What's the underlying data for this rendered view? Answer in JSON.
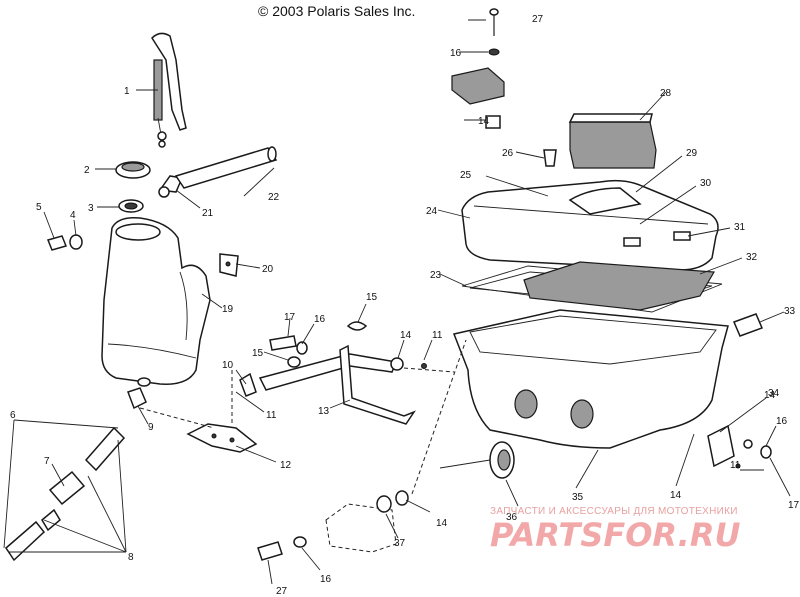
{
  "header": {
    "copyright": "© 2003 Polaris Sales Inc."
  },
  "watermark": {
    "subtitle": "ЗАПЧАСТИ И АКСЕССУАРЫ ДЛЯ МОТОТЕХНИКИ",
    "brand": "PARTSFOR.RU"
  },
  "callouts": {
    "c1": "1",
    "c2": "2",
    "c3": "3",
    "c4": "4",
    "c5": "5",
    "c6": "6",
    "c7": "7",
    "c8": "8",
    "c9": "9",
    "c10": "10",
    "c11a": "11",
    "c11b": "11",
    "c11c": "11",
    "c12": "12",
    "c13": "13",
    "c14a": "14",
    "c14b": "14",
    "c14c": "14",
    "c14d": "14",
    "c14e": "14",
    "c15a": "15",
    "c15b": "15",
    "c16a": "16",
    "c16b": "16",
    "c16c": "16",
    "c16d": "16",
    "c17a": "17",
    "c17b": "17",
    "c19": "19",
    "c20": "20",
    "c21": "21",
    "c22": "22",
    "c23": "23",
    "c24": "24",
    "c25": "25",
    "c26": "26",
    "c27a": "27",
    "c27b": "27",
    "c28": "28",
    "c29": "29",
    "c30": "30",
    "c31": "31",
    "c32": "32",
    "c33": "33",
    "c34": "34",
    "c35": "35",
    "c36": "36",
    "c37": "37"
  },
  "colors": {
    "line": "#222222",
    "shade": "#9a9a9a",
    "watermark": "#f2a8a8"
  }
}
